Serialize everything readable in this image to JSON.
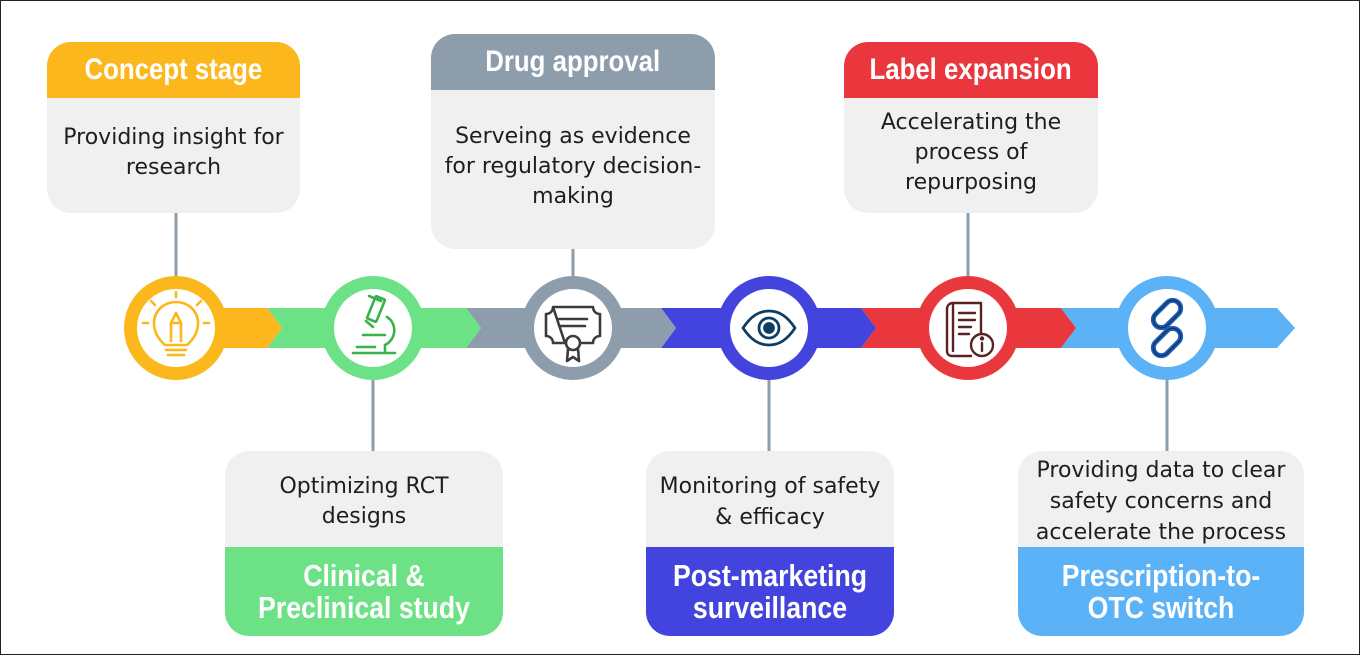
{
  "stages": [
    {
      "id": "concept",
      "title": "Concept stage",
      "description": "Providing insight for research",
      "color": "#fbb71b",
      "icon": "lightbulb-pencil-icon",
      "position": "top"
    },
    {
      "id": "clinical",
      "title": "Clinical & Preclinical study",
      "description": "Optimizing RCT designs",
      "color": "#6de185",
      "icon": "microscope-icon",
      "position": "bottom"
    },
    {
      "id": "approval",
      "title": "Drug approval",
      "description": "Serveing as evidence for regulatory decision-making",
      "color": "#8d9dab",
      "icon": "certificate-icon",
      "position": "top"
    },
    {
      "id": "postmarket",
      "title": "Post-marketing surveillance",
      "description": "Monitoring of safety & efficacy",
      "color": "#4343de",
      "icon": "eye-icon",
      "position": "bottom"
    },
    {
      "id": "label",
      "title": "Label expansion",
      "description": "Accelerating the process of repurposing",
      "color": "#ea373d",
      "icon": "book-info-icon",
      "position": "top"
    },
    {
      "id": "otc",
      "title": "Prescription-to-OTC switch",
      "description": "Providing data to clear safety concerns and accelerate the process",
      "color": "#5cb2f6",
      "icon": "chain-link-icon",
      "position": "bottom"
    }
  ],
  "connector_color": "#8d9dab"
}
